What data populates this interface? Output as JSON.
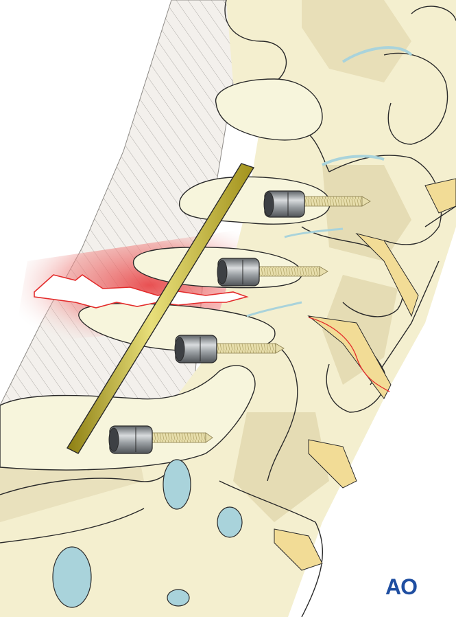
{
  "figure": {
    "subject": "Cervical spine lateral view with posterior rod and lateral mass screw fixation across a spinous process / ligament injury",
    "logo_text": "AO",
    "colors": {
      "bone_light": "#f7f5dc",
      "bone_shade": "#e5dcb4",
      "muscle": "#f3f0ec",
      "muscle_lines": "#9a9794",
      "injury_red": "#e83a3a",
      "cartilage_blue": "#a9d3db",
      "disc_yellow": "#f2dc96",
      "rod_gold": "#b9a82a",
      "screw_head_steel": "#8e9397",
      "screw_shaft": "#e3d9a3",
      "logo_blue": "#1f4ea1",
      "outline": "#2a2a2a"
    },
    "implants": {
      "rod_count": 1,
      "screw_count": 4
    }
  }
}
